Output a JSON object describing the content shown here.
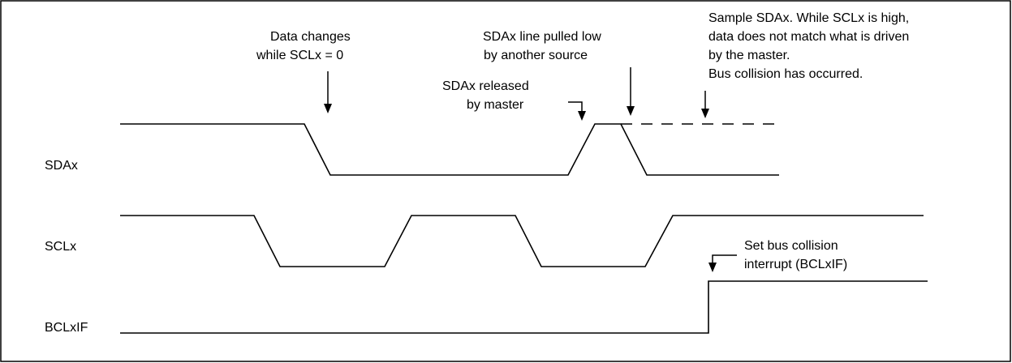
{
  "signals": {
    "sda": "SDAx",
    "scl": "SCLx",
    "bclif": "BCLxIF"
  },
  "notes": {
    "data_changes": [
      "Data changes",
      "while SCLx = 0"
    ],
    "sda_pulled_low": [
      "SDAx line pulled low",
      "by another source"
    ],
    "sda_released": [
      "SDAx released",
      "by master"
    ],
    "sample": [
      "Sample SDAx. While SCLx is high,",
      "data does not match what is driven",
      "by the master.",
      "Bus collision has occurred."
    ],
    "set_collision": [
      "Set bus collision",
      "interrupt (BCLxIF)"
    ]
  }
}
